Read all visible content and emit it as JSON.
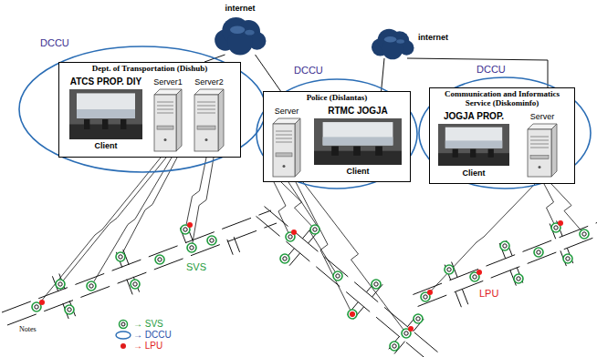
{
  "diagram": {
    "nodes": [
      {
        "text": [
          "DCCU"
        ]
      },
      {
        "text": [
          "Dept. of Transportation (Dishub)"
        ],
        "in": 0
      },
      {
        "text": [
          "ATCS PROP. DIY",
          "Client"
        ],
        "in": 1
      },
      {
        "text": [
          "Server1"
        ],
        "in": 1
      },
      {
        "text": [
          "Server2"
        ],
        "in": 1
      },
      {
        "text": [
          "internet"
        ]
      },
      {
        "text": [
          "DCCU"
        ]
      },
      {
        "text": [
          "Police (Dislantas)"
        ],
        "in": 6
      },
      {
        "text": [
          "Server"
        ],
        "in": 7
      },
      {
        "text": [
          "RTMC JOGJA",
          "Client"
        ],
        "in": 7
      },
      {
        "text": [
          "internet"
        ]
      },
      {
        "text": [
          "DCCU"
        ]
      },
      {
        "text": [
          "Communication and Informatics Service (Diskominfo)"
        ],
        "in": 11
      },
      {
        "text": [
          "JOGJA PROP.",
          "Client"
        ],
        "in": 12
      },
      {
        "text": [
          "Server"
        ],
        "in": 12
      }
    ],
    "edges": [
      {
        "from": 5,
        "to": 1,
        "arrow": "none"
      },
      {
        "from": 5,
        "to": 7,
        "arrow": "none"
      },
      {
        "from": 10,
        "to": 7,
        "arrow": "none"
      },
      {
        "from": 10,
        "to": 12,
        "arrow": "none"
      }
    ],
    "labels": [
      "SVS",
      "LPU",
      "Notes"
    ],
    "legend": [
      {
        "text": "→ SVS"
      },
      {
        "text": "→ DCCU"
      },
      {
        "text": "→ LPU",
        "color": "#e01b1b"
      }
    ]
  }
}
